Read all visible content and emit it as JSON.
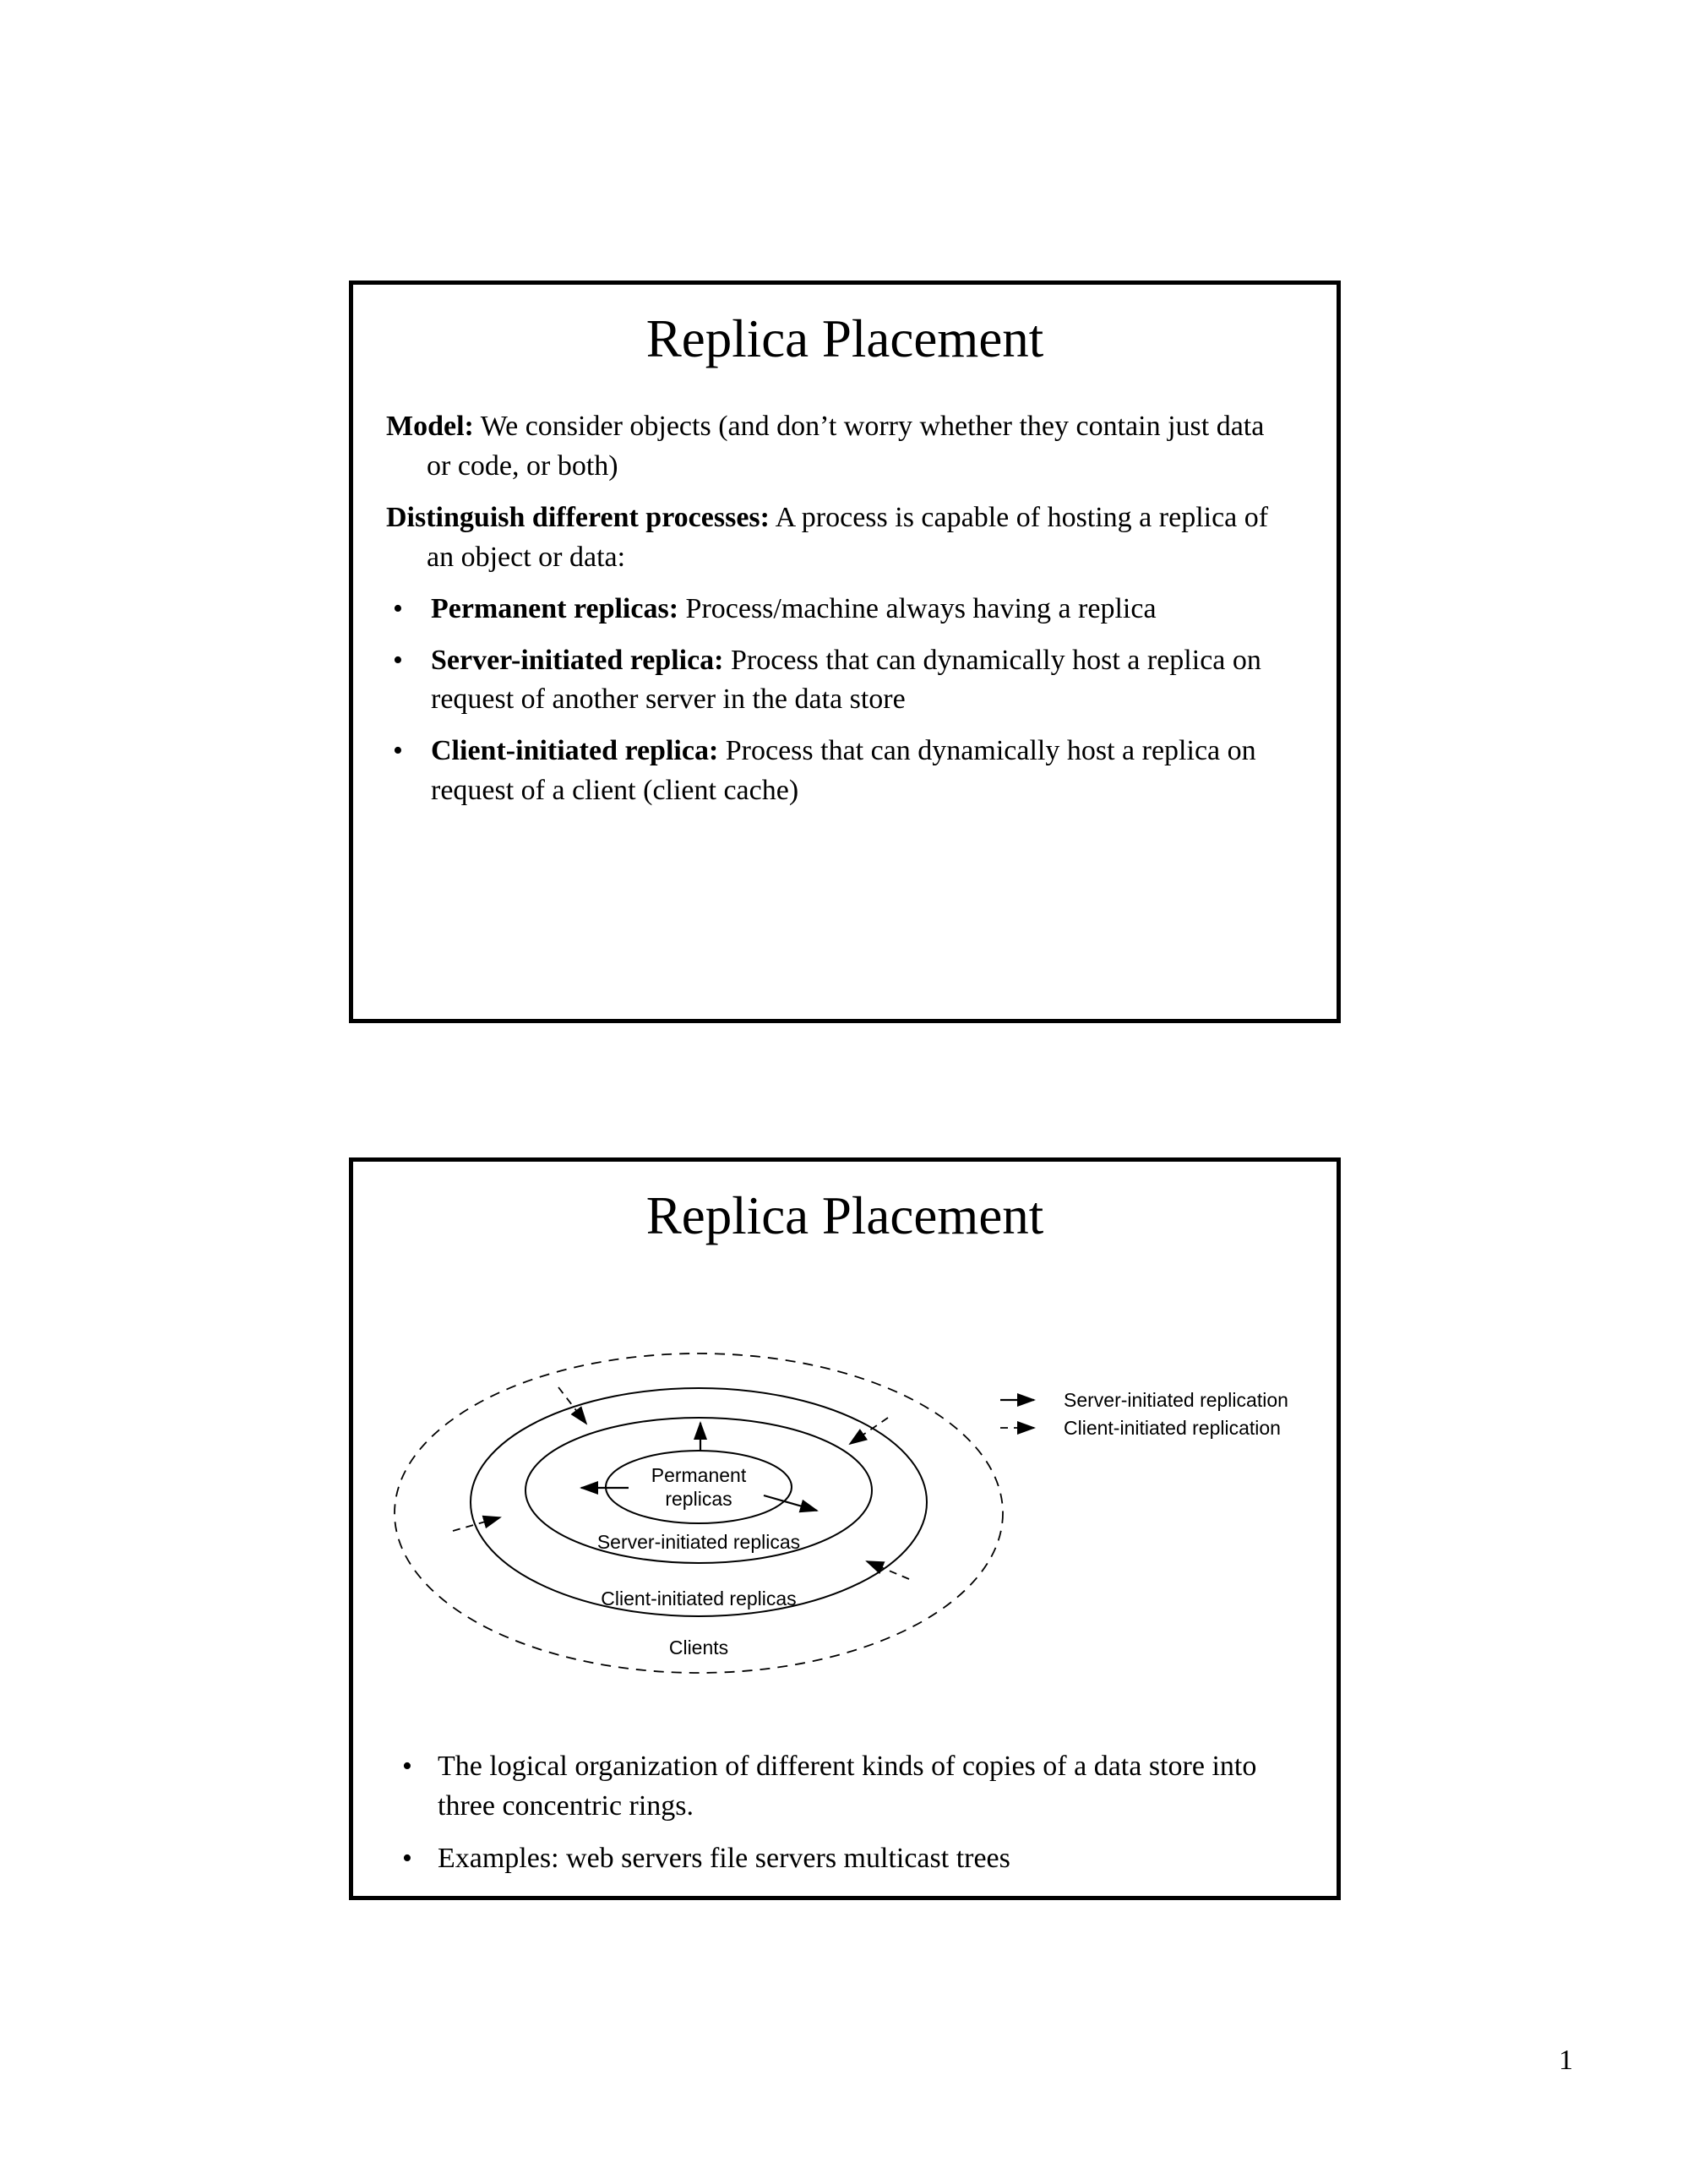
{
  "page": {
    "number": "1",
    "bullet_char": "•"
  },
  "slide1": {
    "title": "Replica Placement",
    "paragraphs": [
      {
        "lead": "Model:",
        "rest": " We consider objects (and don’t worry whether they contain just data or code, or both)"
      },
      {
        "lead": "Distinguish different processes:",
        "rest": " A process is capable of hosting a replica of an object or data:"
      }
    ],
    "bullets": [
      {
        "lead": "Permanent replicas:",
        "rest": " Process/machine always having a replica"
      },
      {
        "lead": "Server-initiated replica:",
        "rest": " Process that can dynamically host a replica on request of another server in the data store"
      },
      {
        "lead": "Client-initiated replica:",
        "rest": " Process that can dynamically host a replica on request of a client (client cache)"
      }
    ]
  },
  "slide2": {
    "title": "Replica Placement",
    "diagram": {
      "center_label_line1": "Permanent",
      "center_label_line2": "replicas",
      "ring_server_label": "Server-initiated replicas",
      "ring_client_label": "Client-initiated replicas",
      "ring_clients_label": "Clients",
      "legend": [
        {
          "style": "solid",
          "label": "Server-initiated replication"
        },
        {
          "style": "dashed",
          "label": "Client-initiated replication"
        }
      ]
    },
    "bullets": [
      "The logical organization of different kinds of copies of a data store into three concentric rings.",
      "Examples: web servers file servers multicast trees"
    ]
  }
}
